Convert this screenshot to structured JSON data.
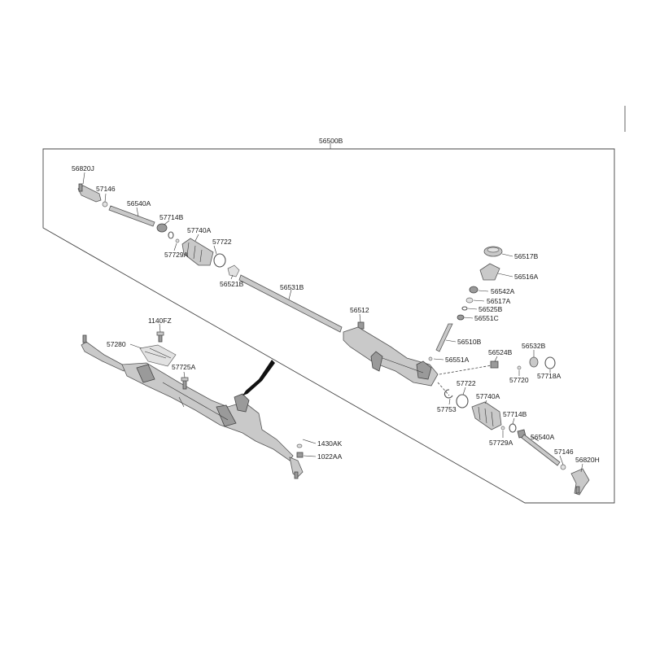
{
  "assembly_label": "56500B",
  "labels": {
    "tie_rod_end_left": "56820J",
    "nut_left": "57146",
    "inner_rod_left": "56540A",
    "clip_left": "57714B",
    "boot_left": "57740A",
    "clamp_left": "57722",
    "band_left": "57729A",
    "bushing": "56521B",
    "rack_bar": "56531B",
    "plug": "56512",
    "cap_top": "56517B",
    "yoke_cover": "56516A",
    "spring": "56542A",
    "nut_a": "56517A",
    "plug_b": "56525B",
    "seal_c": "56551C",
    "pinion": "56510B",
    "seal_a": "56551A",
    "support_yoke": "56524B",
    "yoke_plug": "56532B",
    "oring_b": "57720",
    "oring_a": "57718A",
    "clamp_right": "57722",
    "ring_right": "57753",
    "boot_right": "57740A",
    "clip_right": "57714B",
    "band_right": "57729A",
    "inner_rod_right": "56540A",
    "nut_right": "57146",
    "tie_rod_end_right": "56820H",
    "bolt_top": "1140FZ",
    "bracket": "57280",
    "bolt_mid": "57725A",
    "washer": "1430AK",
    "nut_bottom": "1022AA"
  }
}
